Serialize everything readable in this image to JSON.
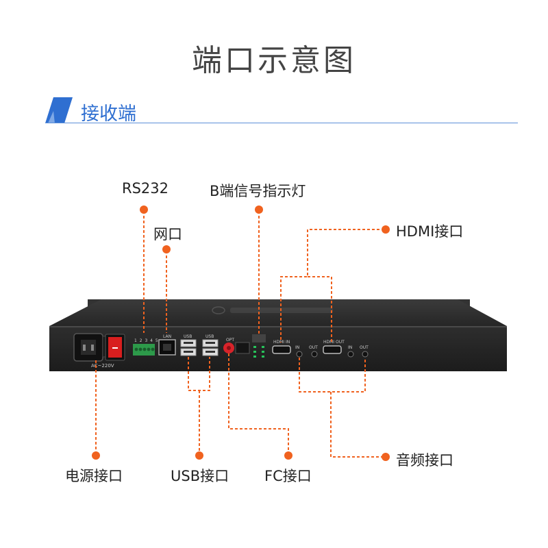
{
  "page": {
    "title": "端口示意图",
    "section": "接收端"
  },
  "device": {
    "power_rating": "AC~220V",
    "rs232_pins": "1 2 3 4 5",
    "lan_label": "LAN",
    "usb_label_1": "USB",
    "usb_label_2": "USB",
    "opt_label": "OPT",
    "hdmi_in_label": "HDMI IN",
    "hdmi_out_label": "HDMI OUT",
    "audio_in_label_1": "IN",
    "audio_out_label_1": "OUT",
    "audio_in_label_2": "IN",
    "audio_out_label_2": "OUT"
  },
  "callouts": {
    "rs232": "RS232",
    "b_signal": "B端信号指示灯",
    "lan": "网口",
    "hdmi": "HDMI接口",
    "power": "电源接口",
    "usb": "USB接口",
    "fc": "FC接口",
    "audio": "音频接口"
  },
  "colors": {
    "accent_orange": "#f0621f",
    "title_blue": "#2f6fd1",
    "device_body": "#2a2a2a"
  }
}
